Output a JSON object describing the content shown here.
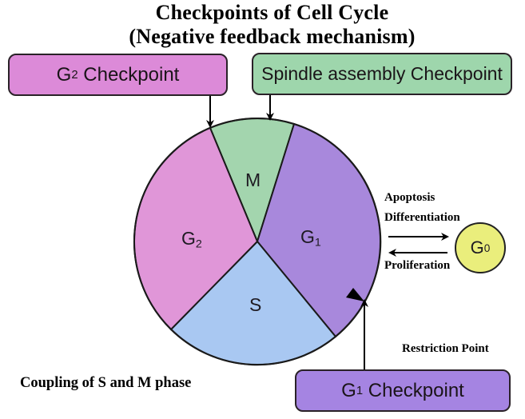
{
  "title": {
    "line1": "Checkpoints of Cell Cycle",
    "line2": "(Negative feedback mechanism)"
  },
  "checkpoints": {
    "g2": {
      "prefix": "G",
      "subscript": "2",
      "label": "Checkpoint",
      "color": "#dc8ad8"
    },
    "spindle": {
      "label": "Spindle assembly Checkpoint",
      "color": "#9ed6ac"
    },
    "g1": {
      "prefix": "G",
      "subscript": "1",
      "label": "Checkpoint",
      "color": "#a584e2"
    }
  },
  "phases": [
    {
      "id": "M",
      "prefix": "M",
      "subscript": "",
      "color": "#a3d5ae"
    },
    {
      "id": "G1",
      "prefix": "G",
      "subscript": "1",
      "color": "#a888dc"
    },
    {
      "id": "S",
      "prefix": "S",
      "subscript": "",
      "color": "#a9c8f2"
    },
    {
      "id": "G2",
      "prefix": "G",
      "subscript": "2",
      "color": "#e096d8"
    }
  ],
  "g0": {
    "prefix": "G",
    "subscript": "0",
    "color": "#eaee7c"
  },
  "annotations": {
    "apoptosis": "Apoptosis",
    "differentiation": "Differentiation",
    "proliferation": "Proliferation",
    "restriction_point": "Restriction Point",
    "coupling": "Coupling of S and M phase"
  }
}
